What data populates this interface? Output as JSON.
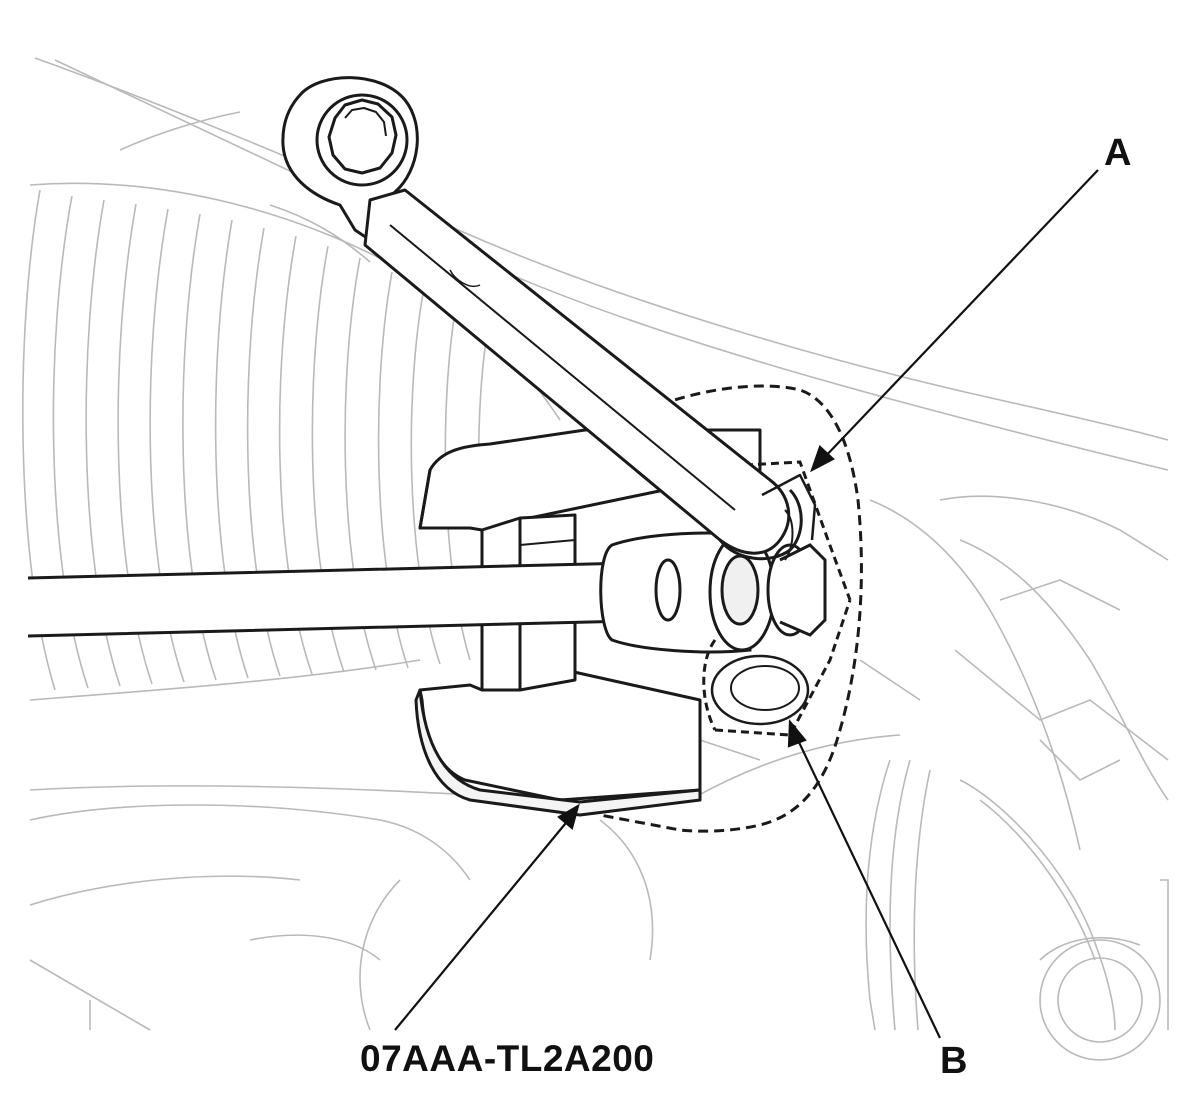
{
  "callouts": {
    "a": "A",
    "b": "B",
    "tool_number": "07AAA-TL2A200"
  },
  "colors": {
    "background": "#ffffff",
    "faint_lines": "#b9b9b9",
    "outline": "#1a1a1a"
  }
}
